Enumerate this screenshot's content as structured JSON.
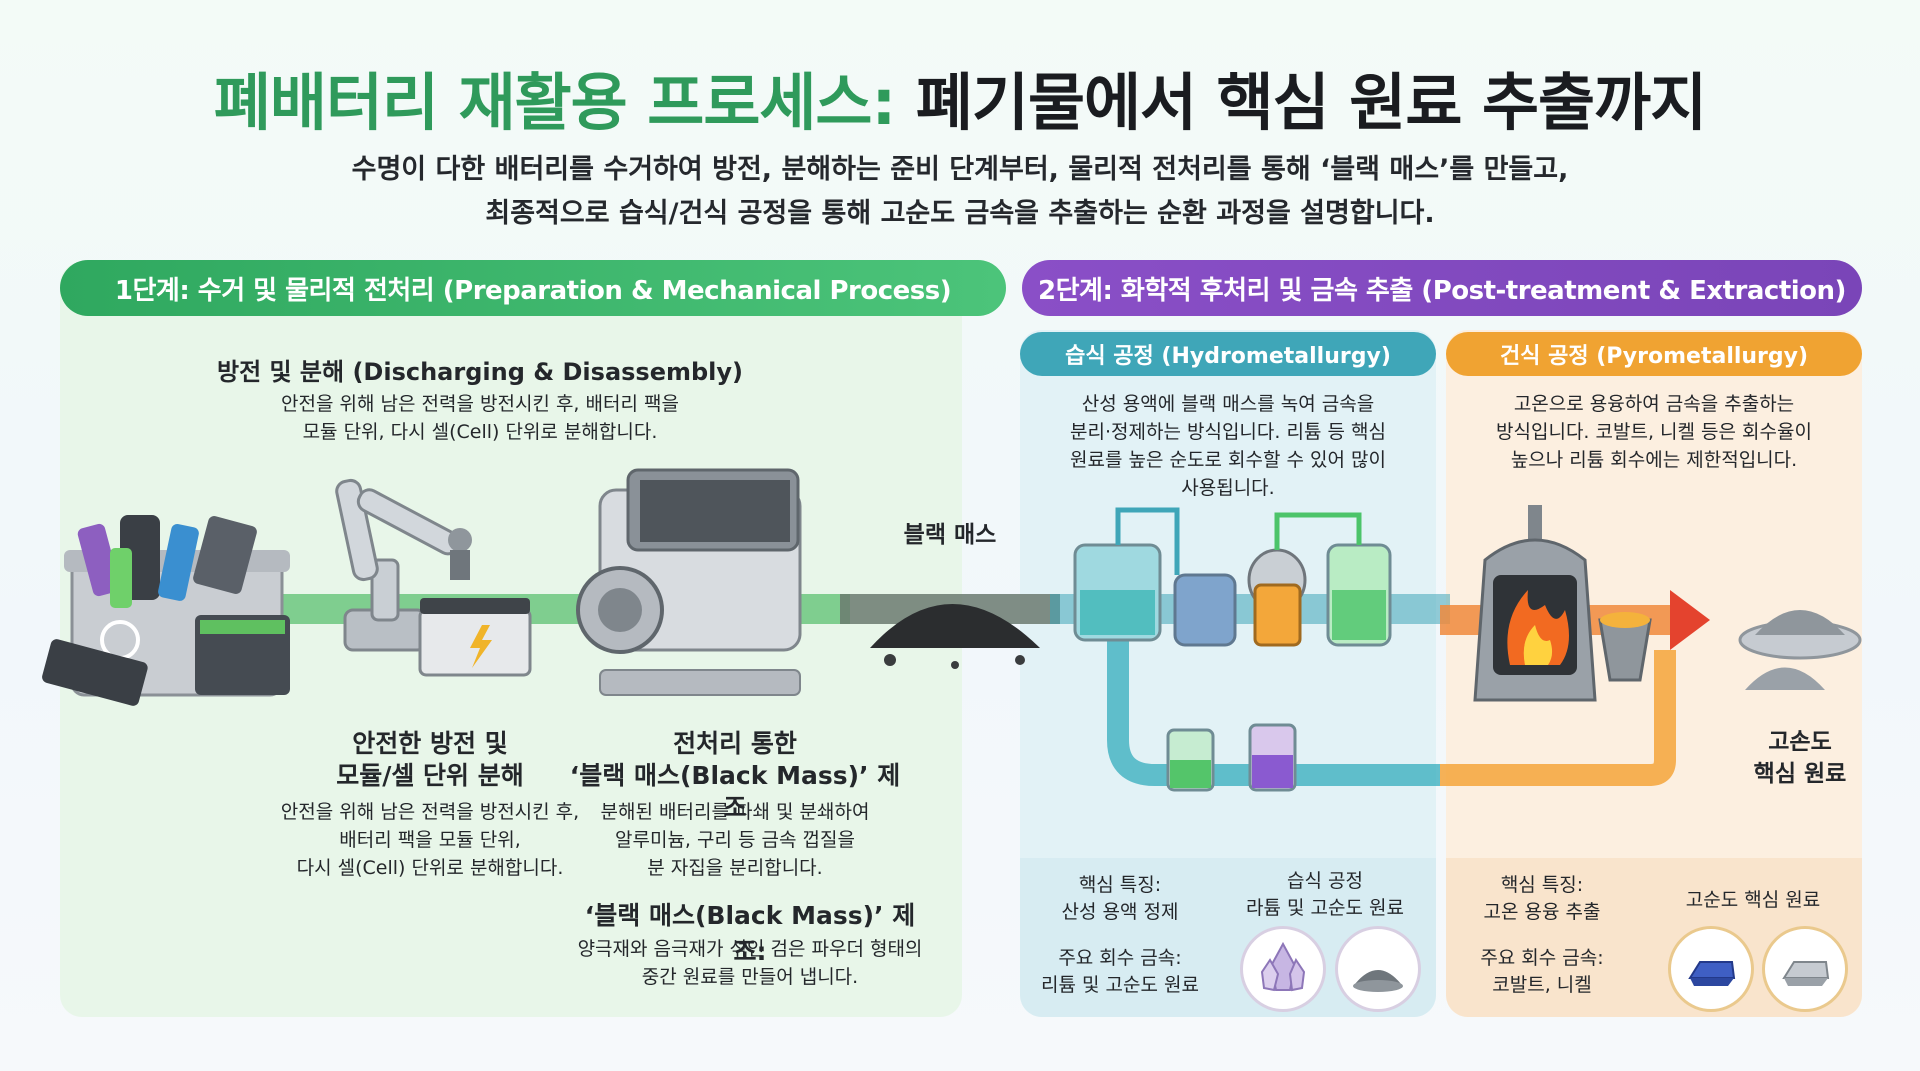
{
  "title": {
    "green": "폐배터리 재활용 프로세스:",
    "dark": "폐기물에서 핵심 원료 추출까지"
  },
  "subtitle": {
    "line1": "수명이 다한 배터리를 수거하여 방전, 분해하는 준비 단계부터, 물리적 전처리를 통해 ‘블랙 매스’를 만들고,",
    "line2": "최종적으로 습식/건식 공정을 통해 고순도 금속을 추출하는 순환 과정을 설명합니다."
  },
  "stage1": {
    "header": "1단계: 수거 및 물리적 전처리 (Preparation & Mechanical Process)",
    "discharge": {
      "title": "방전 및 분해 (Discharging & Disassembly)",
      "desc1": "안전을 위해 남은 전력을 방전시킨 후, 배터리 팩을",
      "desc2": "모듈 단위, 다시 셀(Cell) 단위로 분해합니다."
    },
    "safe": {
      "title1": "안전한 방전 및",
      "title2": "모듈/셀 단위 분해",
      "desc1": "안전을 위해 남은 전력을 방전시킨 후,",
      "desc2": "배터리 팩을 모듈 단위,",
      "desc3": "다시 셀(Cell) 단위로 분해합니다."
    },
    "shred": {
      "title1": "전처리 통한",
      "title2": "‘블랙 매스(Black Mass)’ 제조",
      "desc1": "분해된 배터리를 파쇄 및 분쇄하여",
      "desc2": "알루미늄, 구리 등 금속 껍질을",
      "desc3": "분 자집을 분리합니다."
    },
    "blackmass": {
      "title": "‘블랙 매스(Black Mass)’ 제조:",
      "desc1": "양극재와 음극재가 섞인 검은 파우더 형태의",
      "desc2": "중간 원료를 만들어 냅니다."
    },
    "label_blackmass": "블랙 매스"
  },
  "stage2": {
    "header": "2단계: 화학적 후처리 및 금속 추출 (Post-treatment & Extraction)",
    "hydro": {
      "header": "습식 공정 (Hydrometallurgy)",
      "desc1": "산성 용액에 블랙 매스를 녹여 금속을",
      "desc2": "분리·정제하는 방식입니다. 리튬 등 핵심",
      "desc3": "원료를 높은 순도로 회수할 수 있어 많이",
      "desc4": "사용됩니다.",
      "feature_label": "핵심 특징:",
      "feature_value": "산성 용액 정제",
      "metal_label": "주요 회수 금속:",
      "metal_value": "리튬 및 고순도 원료",
      "process_label": "습식 공정",
      "process_value": "라튬 및 고순도 원료"
    },
    "pyro": {
      "header": "건식 공정 (Pyrometallurgy)",
      "desc1": "고온으로 용융하여 금속을 추출하는",
      "desc2": "방식입니다. 코발트, 니켈 등은 회수율이",
      "desc3": "높으나 리튬 회수에는 제한적입니다.",
      "feature_label": "핵심 특징:",
      "feature_value": "고온 용융 추출",
      "metal_label": "주요 회수 금속:",
      "metal_value": "코발트, 니켈",
      "product_label": "고순도 핵심 원료"
    },
    "output1": "고손도",
    "output2": "핵심 원료"
  },
  "colors": {
    "green": "#34b36a",
    "purple": "#8a4fc7",
    "teal": "#3fa6b8",
    "orange": "#f0a332"
  }
}
